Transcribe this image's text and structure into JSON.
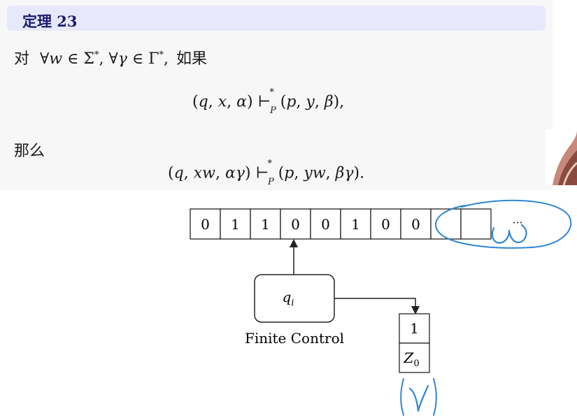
{
  "theorem": {
    "title": "定理 23",
    "line1_prefix": "对",
    "line1_math": "∀w ∈ Σ*, ∀γ ∈ Γ*,",
    "line1_suffix": "如果",
    "eq1": "(q, x, α) ⊢*P (p, y, β),",
    "line2": "那么",
    "eq2": "(q, xw, αγ) ⊢*P (p, yw, βγ)."
  },
  "tape": {
    "cells": [
      "0",
      "1",
      "1",
      "0",
      "0",
      "1",
      "0",
      "0",
      "",
      ""
    ],
    "ellipsis": "···"
  },
  "finite_control": {
    "state_label": "q",
    "state_subscript": "i",
    "caption": "Finite Control"
  },
  "stack": {
    "cells": [
      {
        "main": "1",
        "sub": ""
      },
      {
        "main": "Z",
        "sub": "0"
      }
    ]
  },
  "annotations": {
    "omega": "ω",
    "gamma": "γ",
    "ink_color": "#2f86d4"
  }
}
